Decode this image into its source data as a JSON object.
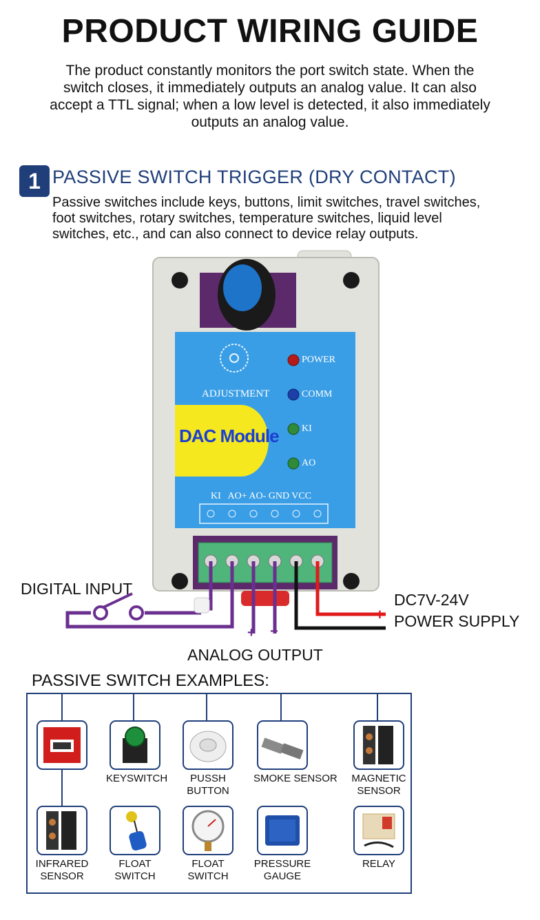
{
  "header": {
    "title": "PRODUCT WIRING GUIDE",
    "intro_lines": [
      "The product constantly monitors the port switch state. When the",
      "switch closes, it immediately outputs an analog value. It can also",
      "accept a TTL signal; when a low level is detected, it also immediately",
      "outputs an analog value."
    ]
  },
  "section1": {
    "number": "1",
    "title": "PASSIVE SWITCH TRIGGER (DRY CONTACT)",
    "description_lines": [
      "Passive switches include keys, buttons, limit switches, travel switches,",
      "foot switches, rotary switches, temperature switches, liquid level",
      "switches, etc., and can also connect to device relay outputs."
    ]
  },
  "module": {
    "name": "DAC Module",
    "adjustment_label": "ADJUSTMENT",
    "leds": [
      "POWER",
      "COMM",
      "KI",
      "AO"
    ],
    "terminal_header": "KI   AO+ AO- GND VCC",
    "led_colors": [
      "#b51a1a",
      "#1c3fa8",
      "#2f8a3a",
      "#2f8a3a"
    ],
    "panel_color": "#3a9ee6",
    "housing_color": "#e2e2dc"
  },
  "wiring": {
    "digital_input": "DIGITAL INPUT",
    "power_voltage": "DC7V-24V",
    "power_supply": "POWER SUPPLY",
    "plus": "+",
    "minus": "−",
    "analog_output": "ANALOG OUTPUT",
    "wire_colors": {
      "signal": "#6a2f8f",
      "positive": "#e01b1b",
      "negative": "#111111"
    }
  },
  "examples": {
    "title": "PASSIVE SWITCH EXAMPLES:",
    "row1": [
      {
        "caption": "",
        "icon": "emergency-switch-icon"
      },
      {
        "caption": "KEYSWITCH",
        "icon": "keyswitch-icon"
      },
      {
        "caption": "PUSSH\nBUTTON",
        "icon": "push-button-icon"
      },
      {
        "caption": "SMOKE SENSOR",
        "icon": "smoke-sensor-icon"
      },
      {
        "caption": "MAGNETIC\nSENSOR",
        "icon": "magnetic-sensor-icon"
      }
    ],
    "row2": [
      {
        "caption": "INFRARED\nSENSOR",
        "icon": "infrared-sensor-icon"
      },
      {
        "caption": "FLOAT\nSWITCH",
        "icon": "float-switch-icon"
      },
      {
        "caption": "FLOAT\nSWITCH",
        "icon": "pressure-gauge-icon"
      },
      {
        "caption": "PRESSURE\nGAUGE",
        "icon": "pressure-board-icon"
      },
      {
        "caption": "RELAY",
        "icon": "relay-icon"
      }
    ]
  }
}
